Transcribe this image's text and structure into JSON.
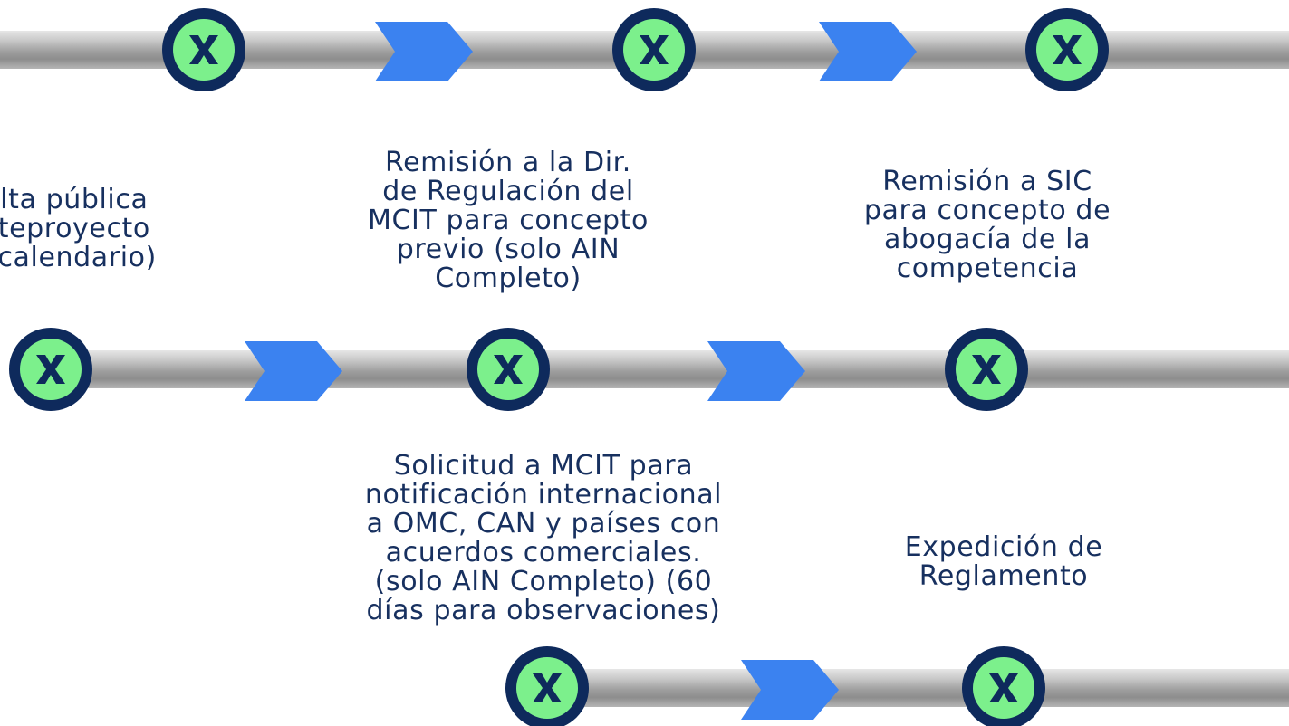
{
  "steps": [
    {
      "label_lines": [
        "ulta pública",
        "nteproyecto",
        "s calendario)"
      ]
    },
    {
      "label_lines": [
        "Remisión a la Dir.",
        "de Regulación del",
        "MCIT para concepto",
        "previo (solo AIN",
        "Completo)"
      ]
    },
    {
      "label_lines": [
        "Remisión a SIC",
        "para concepto de",
        "abogacía de la",
        "competencia"
      ]
    },
    {
      "label_lines": [
        "Solicitud a MCIT para",
        "notificación internacional",
        "a OMC, CAN y países con",
        "acuerdos comerciales.",
        "(solo AIN Completo) (60",
        "días para observaciones)"
      ]
    },
    {
      "label_lines": [
        "Expedición de",
        "Reglamento"
      ]
    }
  ],
  "colors": {
    "node_ring": "#0e2a5c",
    "node_fill": "#7cf08c",
    "node_icon": "#0e2a5c",
    "chevron": "#3b82f0",
    "text": "#17305f"
  },
  "icons": {
    "node": "x-mark-icon",
    "connector": "chevron-right-icon"
  }
}
